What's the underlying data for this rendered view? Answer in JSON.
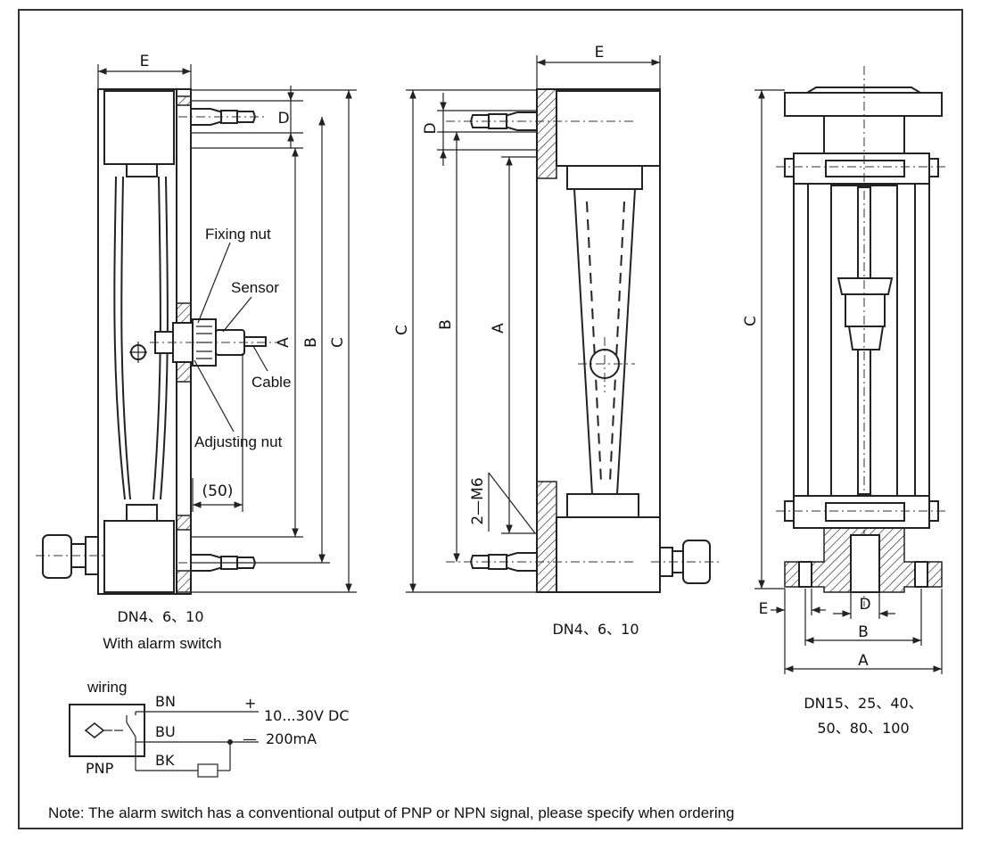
{
  "views": {
    "left": {
      "dims": {
        "e": "E",
        "d": "D",
        "a": "A",
        "b": "B",
        "c": "C",
        "fifty": "(50)"
      },
      "labels": {
        "fixing_nut": "Fixing nut",
        "sensor": "Sensor",
        "cable": "Cable",
        "adjusting_nut": "Adjusting nut"
      },
      "caption_1": "DN4、6、10",
      "caption_2": "With alarm switch"
    },
    "middle": {
      "dims": {
        "e": "E",
        "d": "D",
        "a": "A",
        "b": "B",
        "c": "C",
        "m6": "2—M6"
      },
      "caption": "DN4、6、10"
    },
    "right": {
      "dims": {
        "c": "C",
        "e": "E",
        "d": "D",
        "b": "B",
        "a": "A"
      },
      "caption_1": "DN15、25、40、",
      "caption_2": "50、80、100"
    }
  },
  "wiring": {
    "title": "wiring",
    "wires": [
      "BN",
      "BU",
      "BK"
    ],
    "supply_plus": "+",
    "supply_voltage": "10...30V DC",
    "supply_minus": "—",
    "current": "200mA",
    "type": "PNP"
  },
  "note": "Note: The alarm switch has a conventional output of PNP or NPN signal, please specify when ordering"
}
